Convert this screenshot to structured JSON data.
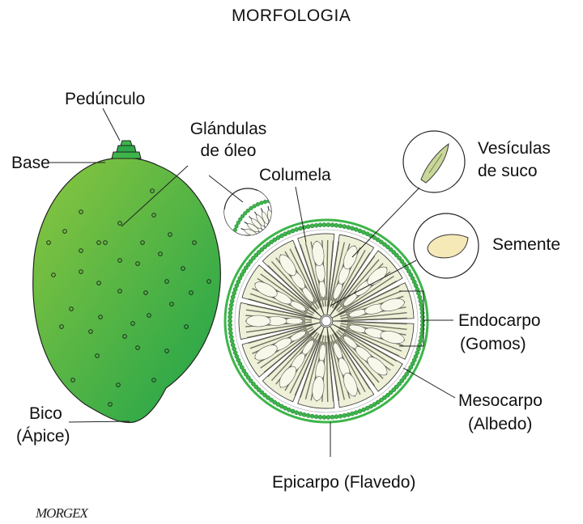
{
  "title": "MORFOLOGIA",
  "labels": {
    "peduncle": "Pedúnculo",
    "base": "Base",
    "oil_glands_1": "Glándulas",
    "oil_glands_2": "de óleo",
    "columella": "Columela",
    "juice_vesicles_1": "Vesículas",
    "juice_vesicles_2": "de suco",
    "seed": "Semente",
    "endocarp_1": "Endocarpo",
    "endocarp_2": "(Gomos)",
    "mesocarp_1": "Mesocarpo",
    "mesocarp_2": "(Albedo)",
    "tip_1": "Bico",
    "tip_2": "(Ápice)",
    "epicarp": "Epicarpo (Flavedo)"
  },
  "signature": "MORGEX",
  "colors": {
    "peel_light": "#8CC63F",
    "peel_dark": "#1DA34A",
    "rind_ring": "#3DB54A",
    "segment_fill": "#EEF0D8",
    "vesicle_dark": "#4A4A3A",
    "seed_fill": "#F6E9B8"
  }
}
